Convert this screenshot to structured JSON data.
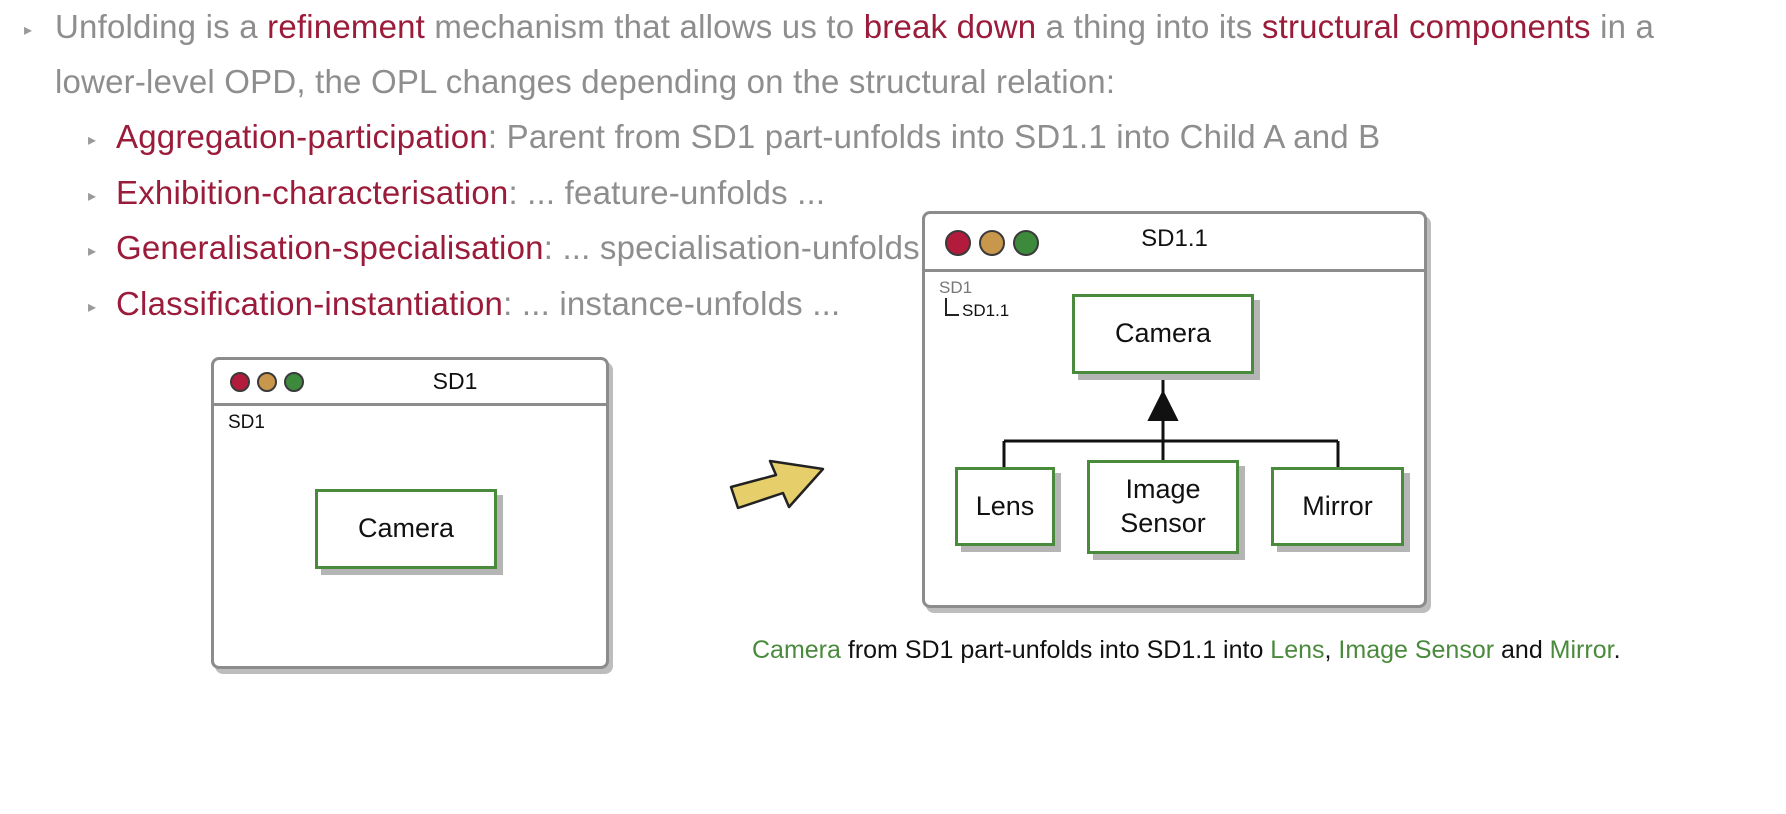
{
  "colors": {
    "highlight": "#9b1c3a",
    "body_text": "#8e8e8e",
    "object_border": "#4a8a3c",
    "opl_object": "#4a8a3c",
    "arrow_fill": "#e6cf6a",
    "dot_red": "#b31b3c",
    "dot_amber": "#c9974c",
    "dot_green": "#3d8a3d"
  },
  "intro": {
    "part1": "Unfolding is a ",
    "refinement": "refinement",
    "part2": " mechanism that allows us to ",
    "break_down": "break down",
    "part3": " a thing into its ",
    "structural_components": "structural components",
    "part4": " in a",
    "line2": "lower-level OPD, the OPL changes depending on the structural relation:"
  },
  "bullets": [
    {
      "term": "Aggregation-participation",
      "rest": ": Parent from SD1 part-unfolds into SD1.1 into Child A and B"
    },
    {
      "term": "Exhibition-characterisation",
      "rest": ": ... feature-unfolds ..."
    },
    {
      "term": "Generalisation-specialisation",
      "rest": ": ... specialisation-unfolds ..."
    },
    {
      "term": "Classification-instantiation",
      "rest": ": ... instance-unfolds ..."
    }
  ],
  "sd1_window": {
    "title": "SD1",
    "tree_root": "SD1",
    "object": "Camera"
  },
  "sd11_window": {
    "title": "SD1.1",
    "tree_root": "SD1",
    "tree_child": "SD1.1",
    "whole": "Camera",
    "parts": [
      "Lens",
      "Image\nSensor",
      "Mirror"
    ]
  },
  "opl": {
    "camera": "Camera",
    "mid": " from SD1 part-unfolds into SD1.1 into ",
    "lens": "Lens",
    "comma": ", ",
    "image_sensor": "Image Sensor",
    "and": " and ",
    "mirror": "Mirror",
    "end": "."
  }
}
